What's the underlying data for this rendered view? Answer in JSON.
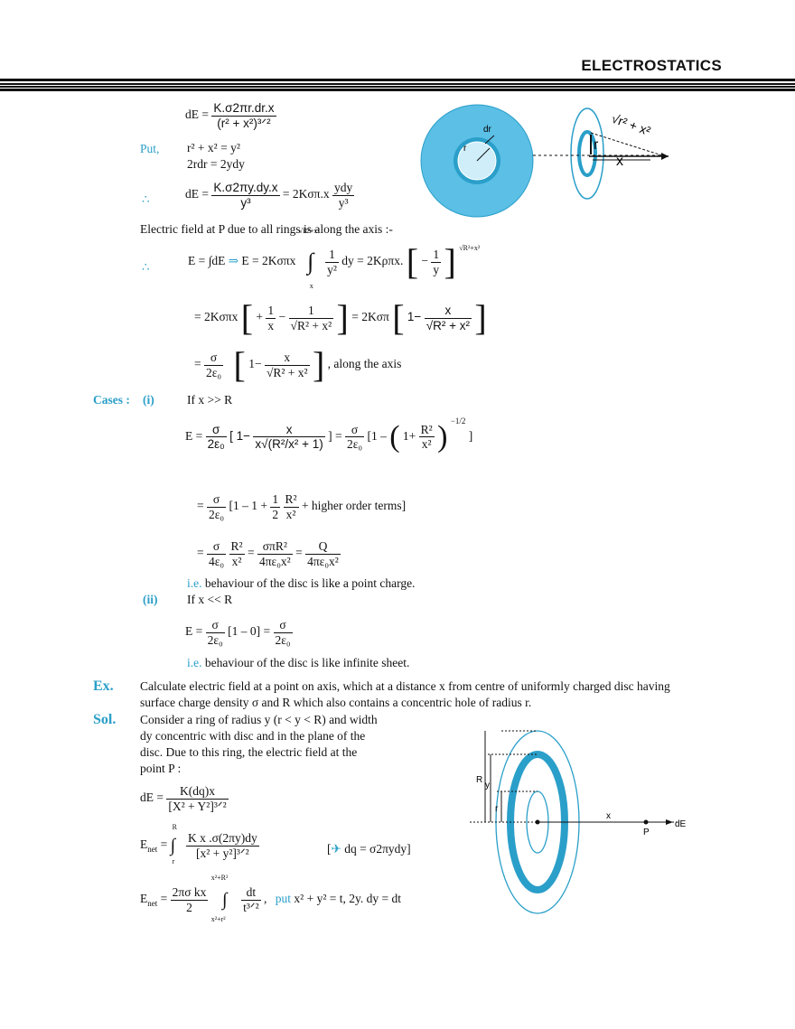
{
  "header": {
    "title": "ELECTROSTATICS"
  },
  "colors": {
    "accent": "#2a9fc9",
    "disc_fill": "#5bbfe6",
    "ring": "#2a9fc9"
  },
  "eq1": {
    "lhs": "dE =",
    "num": "K.σ2πr.dr.x",
    "den": "(r² + x²)³ᐟ²"
  },
  "put": {
    "label": "Put,",
    "l1": "r² + x² = y²",
    "l2": "2rdr = 2ydy"
  },
  "eq2": {
    "therefore": "∴",
    "lhs": "dE =",
    "num": "K.σ2πy.dy.x",
    "den": "y³",
    "mid": "= 2Kσπ.x",
    "num2": "ydy",
    "den2": "y³"
  },
  "text_field": "Electric field at P due to all rings is along the axis :-",
  "eq3": {
    "therefore": "∴",
    "lhs": "E =",
    "int": "∫dE",
    "arrow": "⇒",
    "mid": "E = 2Kσπx",
    "upper": "√R²+x²",
    "lower": "x",
    "num": "1",
    "den": "y²",
    "dy": "dy = 2Kρπx.",
    "bnum": "1",
    "bden": "y",
    "minus": "−"
  },
  "eq4": {
    "lhs": "= 2Kσπx",
    "plus": "+",
    "num1": "1",
    "den1": "x",
    "minus": "−",
    "num2": "1",
    "den2": "√R² + x²",
    "mid": "= 2Kσπ",
    "one": "1−",
    "num3": "x",
    "den3": "√R² + x²"
  },
  "eq5": {
    "eq": "=",
    "num": "σ",
    "den": "2ε₀",
    "one": "1−",
    "num2": "x",
    "den2": "√R² + x²",
    "tail": ", along the axis"
  },
  "cases": {
    "label": "Cases :",
    "i": "(i)",
    "i_cond": "If x >> R",
    "ii": "(ii)",
    "ii_cond": "If x << R"
  },
  "eq6": {
    "lhs": "E =",
    "num": "σ",
    "den": "2ε₀",
    "b1": "[ 1−",
    "num2": "x",
    "den2": "x√(R²/x² + 1)",
    "b2": "] =",
    "num3": "σ",
    "den3": "2ε₀",
    "b3": "[1 –",
    "inner": "1+",
    "num4": "R²",
    "den4": "x²",
    "pow": "−1/2",
    "b4": "]"
  },
  "eq7": {
    "eq": "=",
    "num": "σ",
    "den": "2ε₀",
    "body": "[1 – 1 +",
    "half_num": "1",
    "half_den": "2",
    "num2": "R²",
    "den2": "x²",
    "tail": "+ higher order terms]"
  },
  "eq8": {
    "eq": "=",
    "num": "σ",
    "den": "4ε₀",
    "num2": "R²",
    "den2": "x²",
    "eq2": "=",
    "num3": "σπR²",
    "den3": "4πε₀x²",
    "eq3": "=",
    "num4": "Q",
    "den4": "4πε₀x²"
  },
  "note1": {
    "ie": "i.e.",
    "text": "behaviour of the disc is like a point charge."
  },
  "eq9": {
    "lhs": "E =",
    "num": "σ",
    "den": "2ε₀",
    "mid": "[1 – 0] =",
    "num2": "σ",
    "den2": "2ε₀"
  },
  "note2": {
    "ie": "i.e.",
    "text": "behaviour of the disc is like infinite sheet."
  },
  "example": {
    "label": "Ex.",
    "l1": "Calculate electric field at a point on axis, which at a distance x from centre of uniformly charged disc having",
    "l2": "surface charge density σ and R which also contains a concentric hole of  radius r."
  },
  "solution": {
    "label": "Sol.",
    "l1": "Consider a ring of radius y (r < y < R) and width",
    "l2": "dy concentric with disc and in the plane of the",
    "l3": "disc. Due to this ring, the electric field at the",
    "l4": "point P :"
  },
  "eq10": {
    "lhs": "dE =",
    "num": "K(dq)x",
    "den": "[X² + Y²]³ᐟ²"
  },
  "eq11": {
    "lhs": "E",
    "sub": "net",
    "eq": "=",
    "upper": "R",
    "lower": "r",
    "num": "K x .σ(2πy)dy",
    "den": "[x² + y²]³ᐟ²",
    "note": "dq = σ2πydy]",
    "note_open": "[",
    "note_arrow": "✈"
  },
  "eq12": {
    "lhs": "E",
    "sub": "net",
    "eq": "=",
    "num": "2πσ kx",
    "den": "2",
    "upper": "x²+R²",
    "lower": "x²+r²",
    "num2": "dt",
    "den2": "t³ᐟ²",
    "comma": ",",
    "put": "put",
    "tail": "x² + y² = t, 2y. dy = dt"
  },
  "fig1": {
    "dr": "dr",
    "r": "r"
  },
  "fig2": {
    "sqrt": "√r² + x²",
    "r": "r",
    "x": "x"
  },
  "fig3": {
    "R": "R",
    "y": "y",
    "r": "r",
    "x": "x",
    "P": "P",
    "dE": "dE"
  }
}
